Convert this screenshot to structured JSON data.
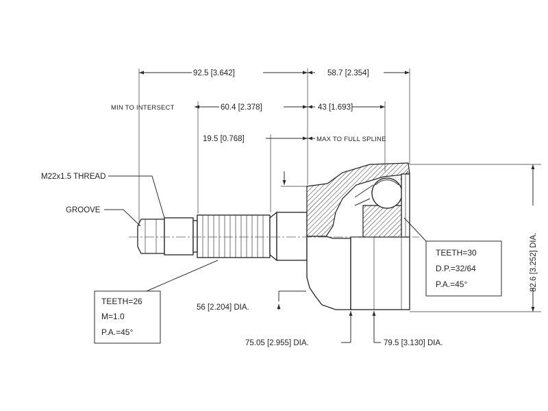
{
  "dimensions": {
    "overall_left": "92.5 [3.642]",
    "overall_right": "58.7 [2.354]",
    "min_to_intersect_label": "MIN TO INTERSECT",
    "min_to_intersect": "60.4 [2.378]",
    "right_43": "43 [1.693]",
    "spline_19_5": "19.5 [0.768]",
    "max_to_full_spline": "MAX TO FULL SPLINE",
    "shaft_dia": "56 [2.204] DIA.",
    "dia_75": "75.05 [2.955] DIA.",
    "dia_79": "79.5 [3.130] DIA.",
    "dia_82": "82.6 [3.252] DIA."
  },
  "callouts": {
    "thread": "M22x1.5 THREAD",
    "groove": "GROOVE"
  },
  "left_spec": {
    "teeth": "TEETH=26",
    "module": "M=1.0",
    "pa": "P.A.=45°"
  },
  "right_spec": {
    "teeth": "TEETH=30",
    "dp": "D.P.=32/64",
    "pa": "P.A.=45°"
  }
}
